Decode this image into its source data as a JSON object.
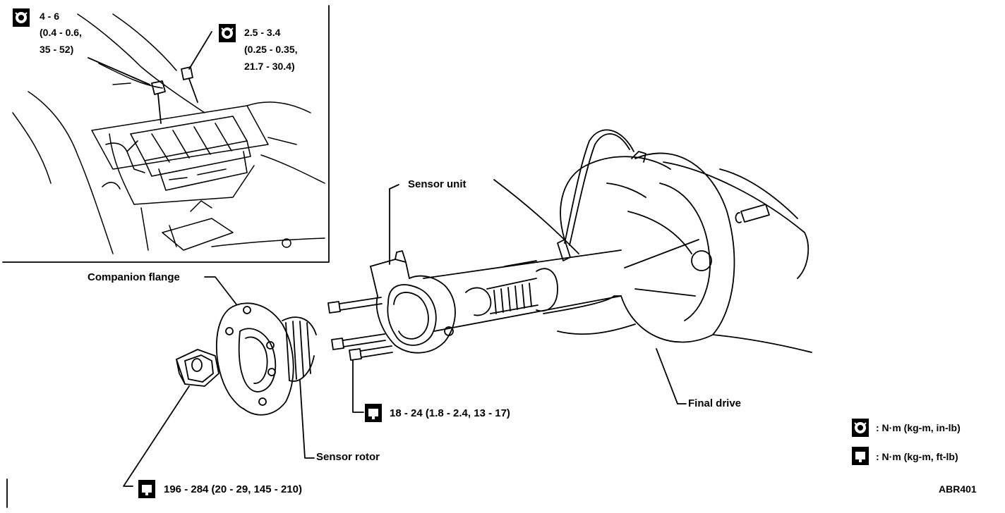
{
  "inset": {
    "torque_1": {
      "line1": "4 - 6",
      "line2": "(0.4 - 0.6,",
      "line3": "35 - 52)"
    },
    "torque_2": {
      "line1": "2.5 - 3.4",
      "line2": "(0.25 - 0.35,",
      "line3": "21.7 - 30.4)"
    }
  },
  "labels": {
    "sensor_unit": "Sensor unit",
    "companion_flange": "Companion flange",
    "final_drive": "Final drive",
    "sensor_rotor": "Sensor rotor"
  },
  "torques": {
    "bolts": "18 - 24 (1.8 - 2.4, 13 - 17)",
    "nut": "196 - 284 (20 - 29, 145 - 210)"
  },
  "legend": {
    "inlb_text": ": N·m (kg-m, in-lb)",
    "ftlb_text": ": N·m (kg-m, ft-lb)"
  },
  "figure_code": "ABR401",
  "icons": [
    "torque-inlb-icon",
    "torque-ftlb-icon"
  ]
}
